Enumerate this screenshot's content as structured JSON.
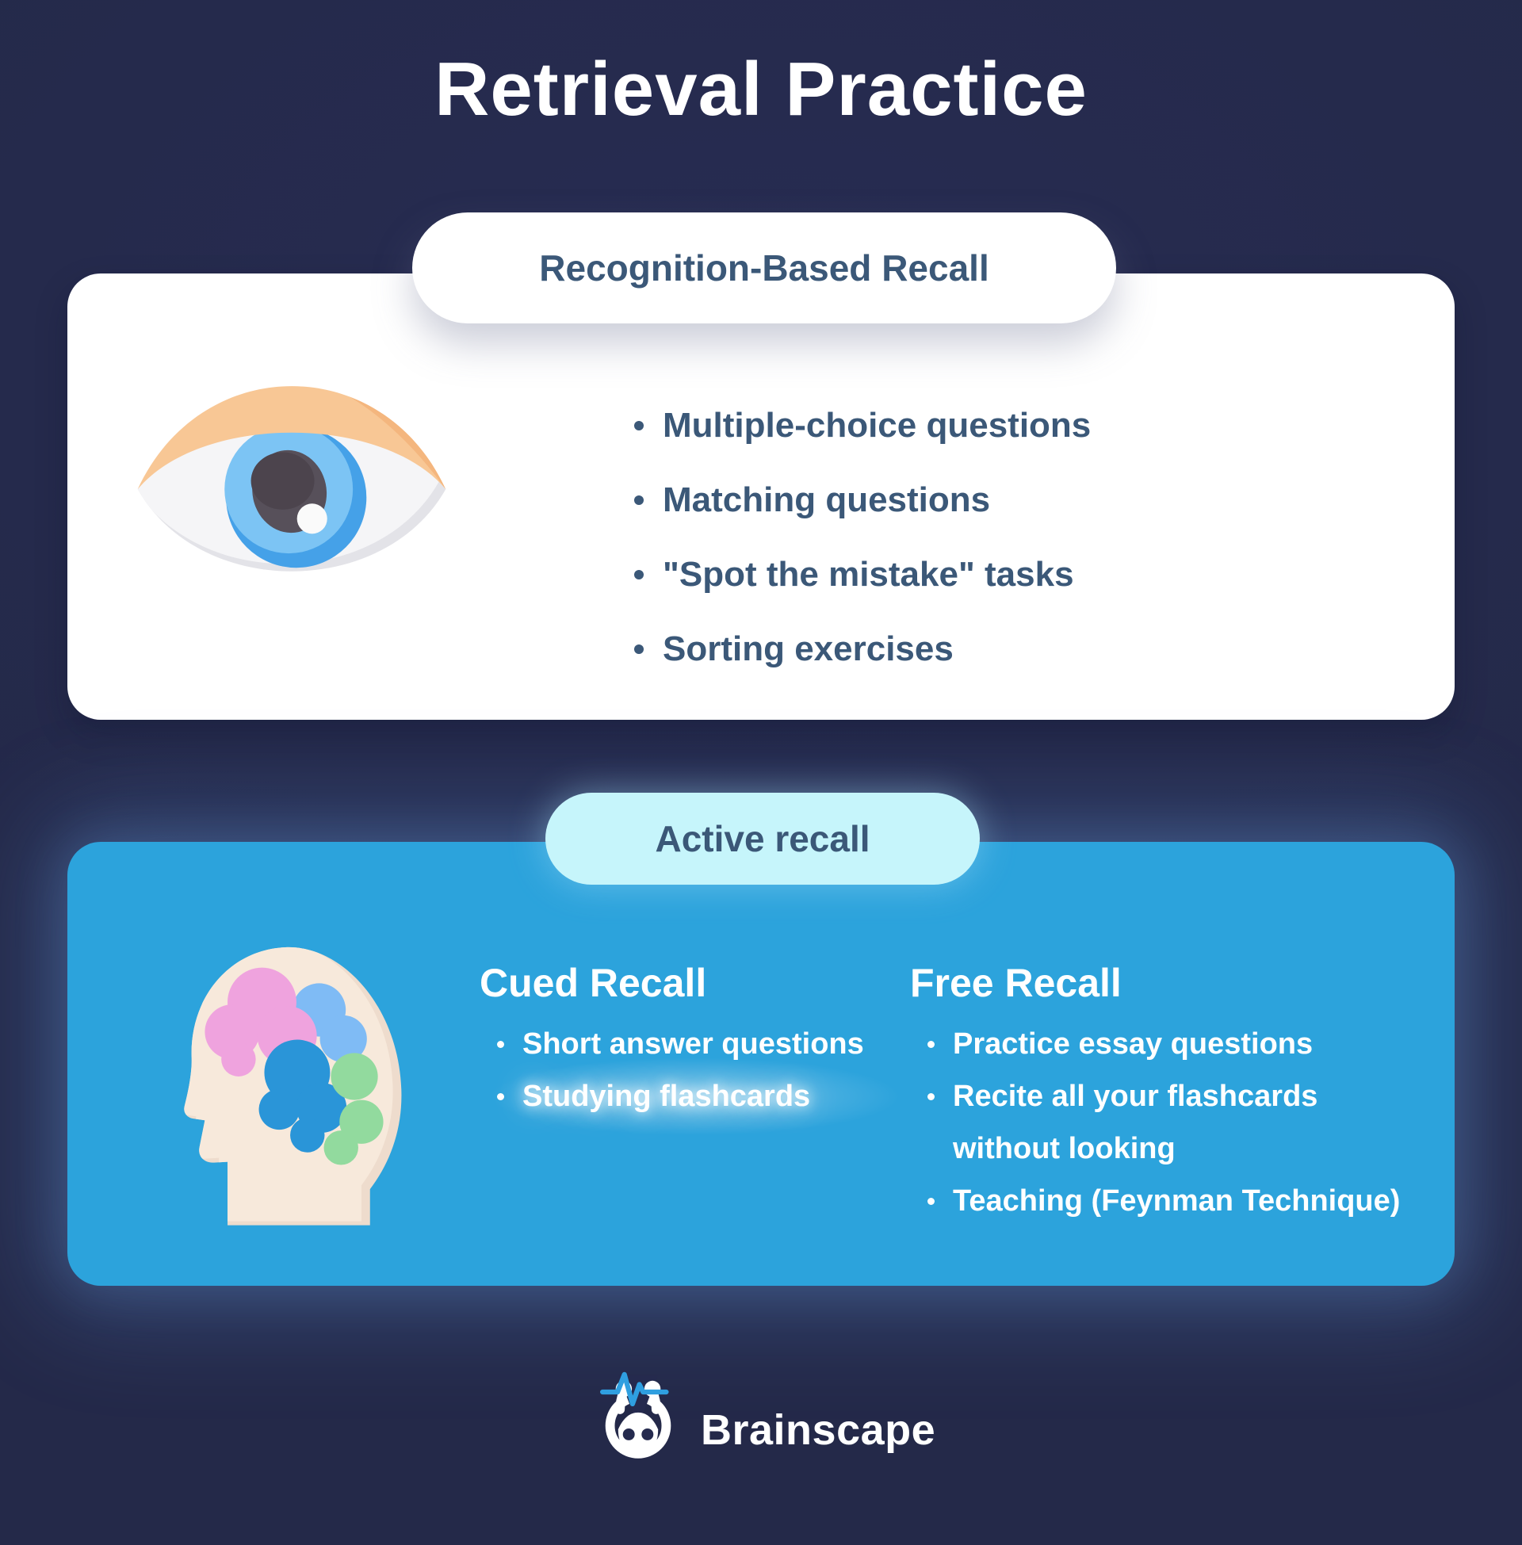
{
  "title": "Retrieval Practice",
  "colors": {
    "background_navy": "#252a4e",
    "card_blue": "#2ca3dc",
    "pill_cyan": "#c6f5fb",
    "text_slate": "#3b5878",
    "text_white": "#ffffff",
    "logo_pulse_blue": "#2f9fe0",
    "eye_brow_peach": "#f8c795",
    "eye_iris_blue": "#7cc4f4",
    "brain_pink": "#efa3de",
    "brain_light_blue": "#7fbbf5",
    "brain_deep_blue": "#2a95d8",
    "brain_green": "#92da9e",
    "head_cream": "#f7e9db"
  },
  "section1": {
    "label": "Recognition-Based Recall",
    "icon": "eye-icon",
    "items": [
      "Multiple-choice questions",
      "Matching questions",
      "\"Spot the mistake\" tasks",
      "Sorting exercises"
    ]
  },
  "section2": {
    "label": "Active recall",
    "icon": "head-brain-icon",
    "highlight_item": "Studying flashcards",
    "columns": [
      {
        "heading": "Cued Recall",
        "items": [
          "Short answer questions",
          "Studying flashcards"
        ]
      },
      {
        "heading": "Free Recall",
        "items": [
          "Practice essay questions",
          "Recite all your flashcards without looking",
          "Teaching (Feynman Technique)"
        ]
      }
    ]
  },
  "footer": {
    "brand": "Brainscape",
    "icon": "brainscape-robot-icon"
  }
}
